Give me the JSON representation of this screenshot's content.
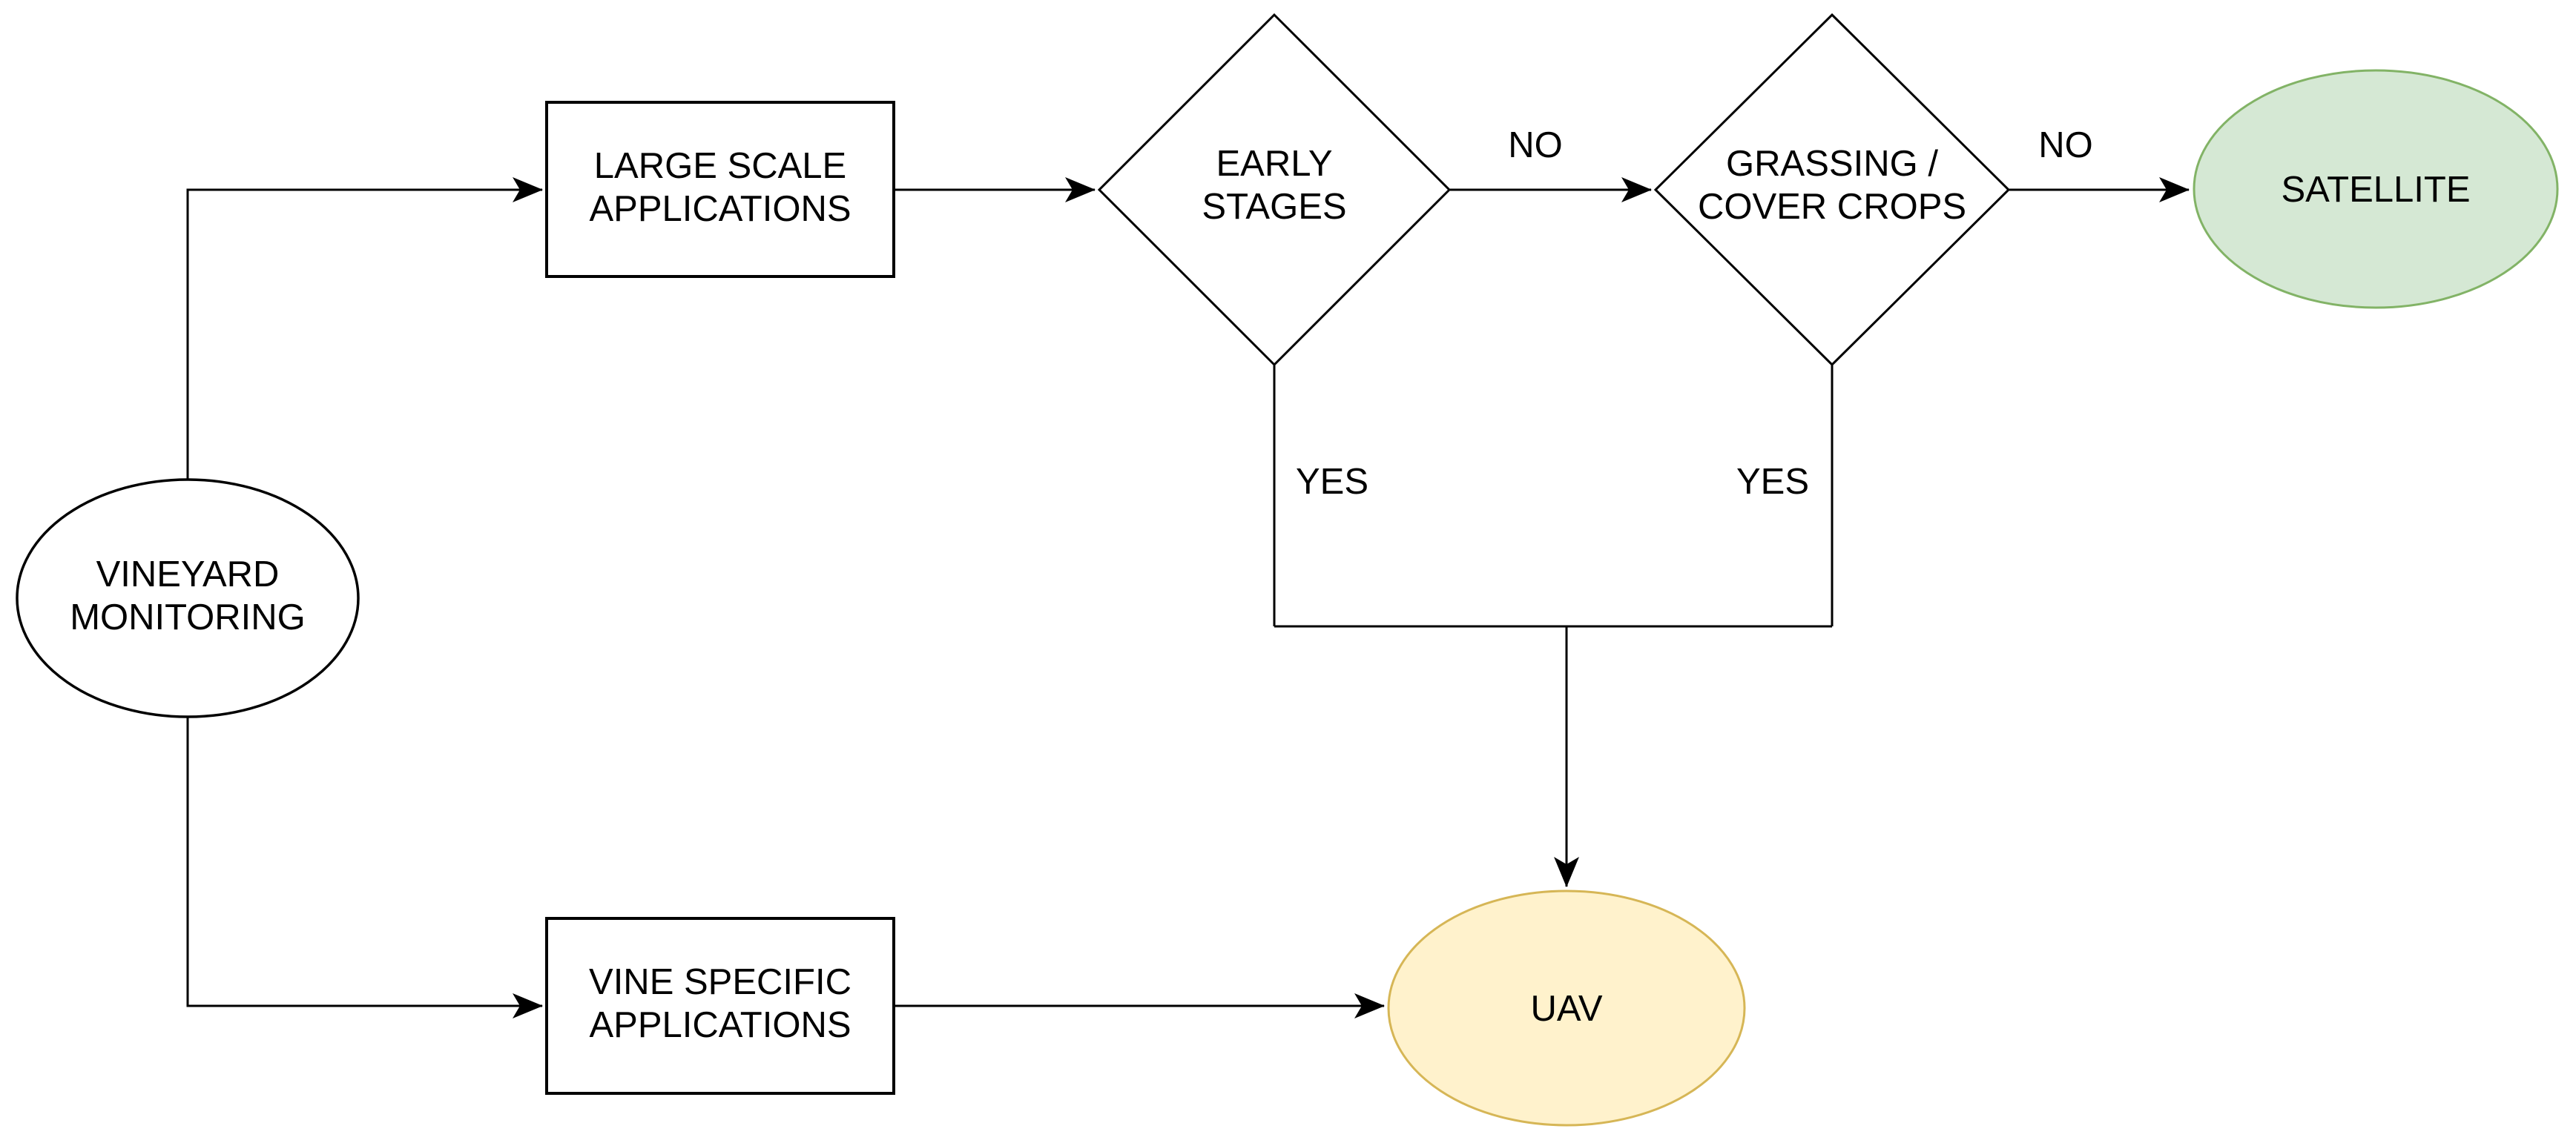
{
  "figure": {
    "background": "#ffffff",
    "text_color": "#000000",
    "edge_color": "#000000",
    "nodes": {
      "vineyard_monitoring": {
        "line1": "VINEYARD",
        "line2": "MONITORING",
        "fill": "#ffffff",
        "stroke": "#000000"
      },
      "large_scale_applications": {
        "line1": "LARGE SCALE",
        "line2": "APPLICATIONS",
        "fill": "#ffffff",
        "stroke": "#000000"
      },
      "early_stages": {
        "line1": "EARLY",
        "line2": "STAGES",
        "fill": "#ffffff",
        "stroke": "#000000"
      },
      "grassing_cover_crops": {
        "line1": "GRASSING /",
        "line2": "COVER CROPS",
        "fill": "#ffffff",
        "stroke": "#000000"
      },
      "satellite": {
        "label": "SATELLITE",
        "fill": "#d5e8d4",
        "stroke": "#82b366"
      },
      "uav": {
        "label": "UAV",
        "fill": "#fff2cc",
        "stroke": "#d6b656"
      },
      "vine_specific_applications": {
        "line1": "VINE SPECIFIC",
        "line2": "APPLICATIONS",
        "fill": "#ffffff",
        "stroke": "#000000"
      }
    },
    "edge_labels": {
      "early_stages_no": "NO",
      "early_stages_yes": "YES",
      "grassing_no": "NO",
      "grassing_yes": "YES"
    }
  }
}
